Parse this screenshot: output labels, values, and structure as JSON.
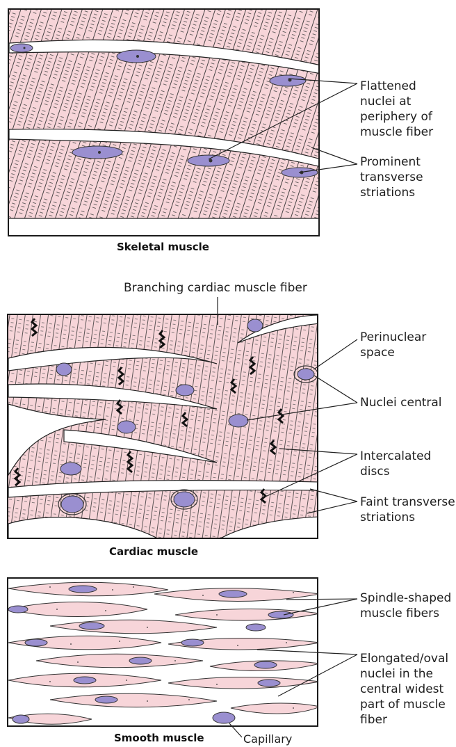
{
  "skeletal": {
    "caption": "Skeletal muscle",
    "labels": {
      "flattened_nuclei": "Flattened\nnuclei at\nperiphery of\nmuscle fiber",
      "transverse_striations": "Prominent\ntransverse\nstriations"
    }
  },
  "cardiac": {
    "caption": "Cardiac muscle",
    "labels": {
      "branching_fiber": "Branching cardiac muscle fiber",
      "perinuclear_space": "Perinuclear\nspace",
      "nuclei_central": "Nuclei central",
      "intercalated_discs": "Intercalated\ndiscs",
      "faint_striations": "Faint transverse\nstriations"
    }
  },
  "smooth": {
    "caption": "Smooth muscle",
    "labels": {
      "spindle_fibers": "Spindle-shaped\nmuscle fibers",
      "elongated_nuclei": "Elongated/oval\nnuclei in the\ncentral widest\npart of muscle\nfiber",
      "capillary": "Capillary"
    }
  },
  "colors": {
    "fiber_pink": "#f7d5d9",
    "nucleus": "#9a8fd0",
    "outline": "#1a1a1a",
    "gap": "#ffffff"
  }
}
